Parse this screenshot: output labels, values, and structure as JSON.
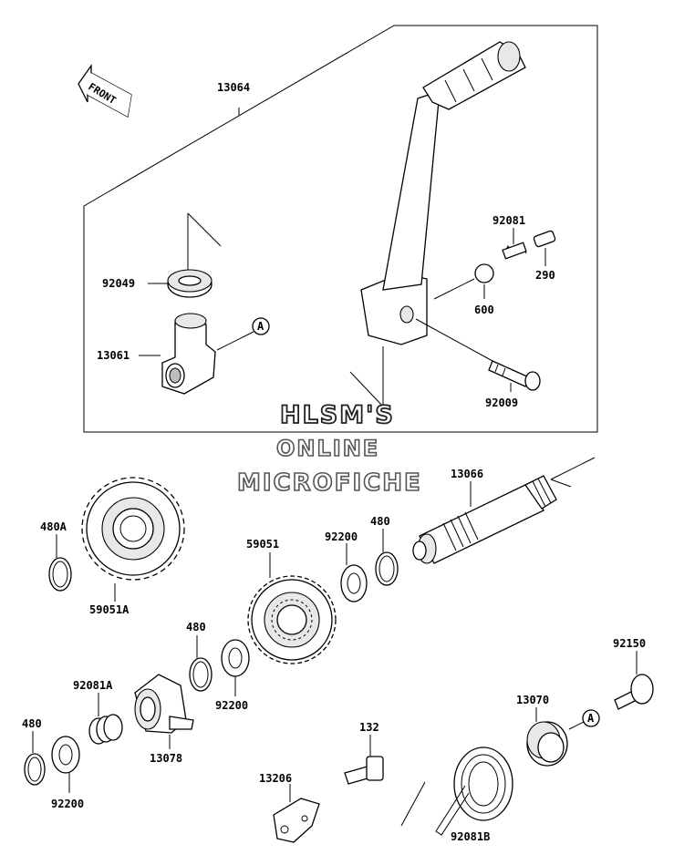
{
  "front_label": "FRONT",
  "watermark": {
    "line1": "HLSM'S",
    "line2": "ONLINE",
    "line3": "MICROFICHE"
  },
  "parts": {
    "p13064": "13064",
    "p92081_top": "92081",
    "p290": "290",
    "p92049": "92049",
    "p600": "600",
    "p13061": "13061",
    "callout_a_top": "A",
    "p92009": "92009",
    "p13066": "13066",
    "p480A": "480A",
    "p59051": "59051",
    "p92200_a": "92200",
    "p480_a": "480",
    "p59051A": "59051A",
    "p480_b": "480",
    "p92081A": "92081A",
    "p92200_b": "92200",
    "p92150": "92150",
    "p13070": "13070",
    "callout_a_bottom": "A",
    "p480_c": "480",
    "p13078": "13078",
    "p132": "132",
    "p13206": "13206",
    "p92200_c": "92200",
    "p92081B": "92081B"
  },
  "colors": {
    "line": "#000000",
    "part_fill": "#ffffff",
    "part_shade": "#e8e8e8",
    "watermark_outline": "#555555"
  }
}
